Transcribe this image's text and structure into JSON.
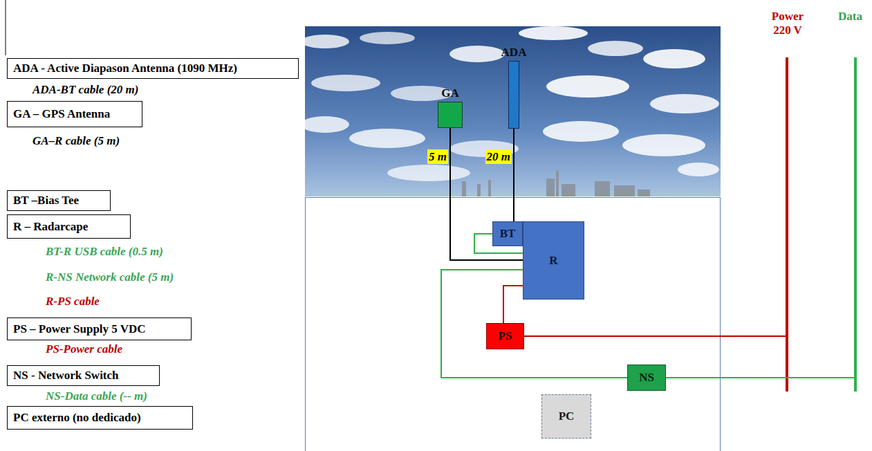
{
  "diagram": {
    "nodes": [
      {
        "text": [
          "ADA - Active Diapason Antenna (1090 MHz)"
        ]
      },
      {
        "text": [
          "GA – GPS Antenna"
        ]
      },
      {
        "text": [
          "BT –Bias Tee"
        ]
      },
      {
        "text": [
          "R – Radarcape"
        ]
      },
      {
        "text": [
          "PS – Power Supply 5 VDC"
        ]
      },
      {
        "text": [
          "NS - Network Switch"
        ]
      },
      {
        "text": [
          "PC externo (no dedicado)"
        ]
      },
      {
        "text": [
          "GA"
        ]
      },
      {
        "text": [
          "ADA"
        ]
      },
      {
        "text": [
          "BT"
        ]
      },
      {
        "text": [
          "R"
        ]
      },
      {
        "text": [
          "PS"
        ]
      },
      {
        "text": [
          "NS"
        ]
      },
      {
        "text": [
          "PC"
        ]
      }
    ],
    "edges": [
      {
        "from": 7,
        "to": 10,
        "arrow": "none",
        "label": "5 m"
      },
      {
        "from": 8,
        "to": 9,
        "arrow": "none",
        "label": "20 m"
      },
      {
        "from": 9,
        "to": 10,
        "arrow": "none"
      },
      {
        "from": 10,
        "to": 11,
        "arrow": "none"
      },
      {
        "from": 10,
        "to": 12,
        "arrow": "none"
      }
    ],
    "labels": [
      "Power 220 V",
      "Data",
      "ADA-BT cable (20 m)",
      "GA–R cable (5 m)",
      "BT-R USB cable (0.5 m)",
      "R-NS Network cable (5 m)",
      "R-PS cable",
      "PS-Power cable",
      "NS-Data cable (-- m)"
    ]
  }
}
